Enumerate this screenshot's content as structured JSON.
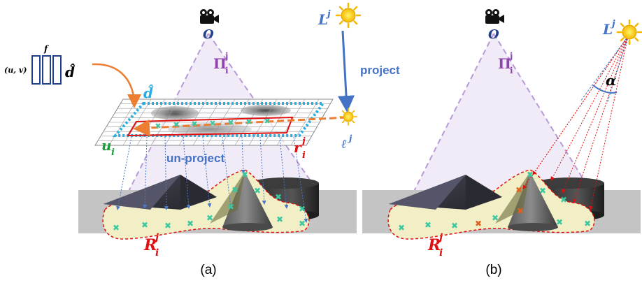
{
  "colors": {
    "purple": "#8e44ad",
    "blue": "#4472c4",
    "cyan": "#29aee3",
    "red": "#e01010",
    "green": "#1a9e3a",
    "orange": "#ed7d31",
    "navy": "#1f3f8f",
    "teal_marker": "#3cc7a0",
    "orange_marker": "#e06020",
    "region_fill": "#f2efc6",
    "ground": "#c4c4c4",
    "grid": "#999999"
  },
  "icons": {
    "camera": "camera-icon",
    "sun": "sun-icon"
  },
  "panel_a": {
    "camera_label": "O",
    "light_label": "L",
    "light_sup": "j",
    "frustum_label": "Π",
    "frustum_sub": "i",
    "frustum_sup": "j",
    "project_label": "project",
    "unproject_label": "un-project",
    "feature_f": "f",
    "feature_uv": "(u, v)",
    "feature_dhat": "d̂",
    "grid_dhat": "d̂",
    "u_label": "u",
    "u_sub": "i",
    "r_label": "r",
    "r_sub": "i",
    "r_sup": "j",
    "ell_label": "ℓ",
    "ell_sup": "j",
    "R_label": "R",
    "R_sub": "i",
    "R_sup": "j",
    "caption": "(a)"
  },
  "panel_b": {
    "camera_label": "O",
    "light_label": "L",
    "light_sup": "j",
    "frustum_label": "Π",
    "frustum_sub": "i",
    "frustum_sup": "j",
    "alpha_label": "α",
    "R_label": "R",
    "R_sub": "i",
    "R_sup": "j",
    "caption": "(b)"
  }
}
